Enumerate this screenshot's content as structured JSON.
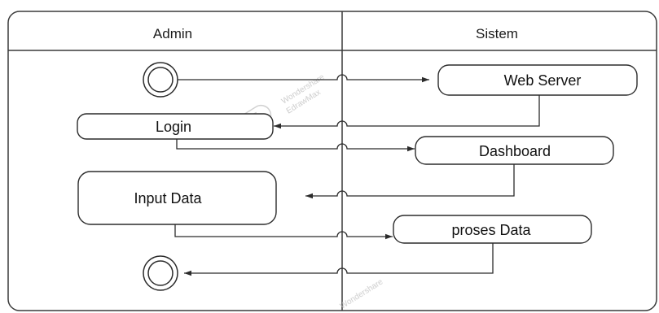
{
  "swimlanes": [
    {
      "id": "admin",
      "title": "Admin"
    },
    {
      "id": "sistem",
      "title": "Sistem"
    }
  ],
  "nodes": {
    "web_server": {
      "label": "Web Server"
    },
    "login": {
      "label": "Login"
    },
    "dashboard": {
      "label": "Dashboard"
    },
    "input_data": {
      "label": "Input Data"
    },
    "proses_data": {
      "label": "proses Data"
    }
  },
  "watermark": {
    "line1": "Wondershare",
    "line2": "EdrawMax"
  },
  "colors": {
    "line": "#2b2b2b",
    "border": "#3a3a3a",
    "background": "#ffffff",
    "watermark": "#c4c4c4"
  }
}
